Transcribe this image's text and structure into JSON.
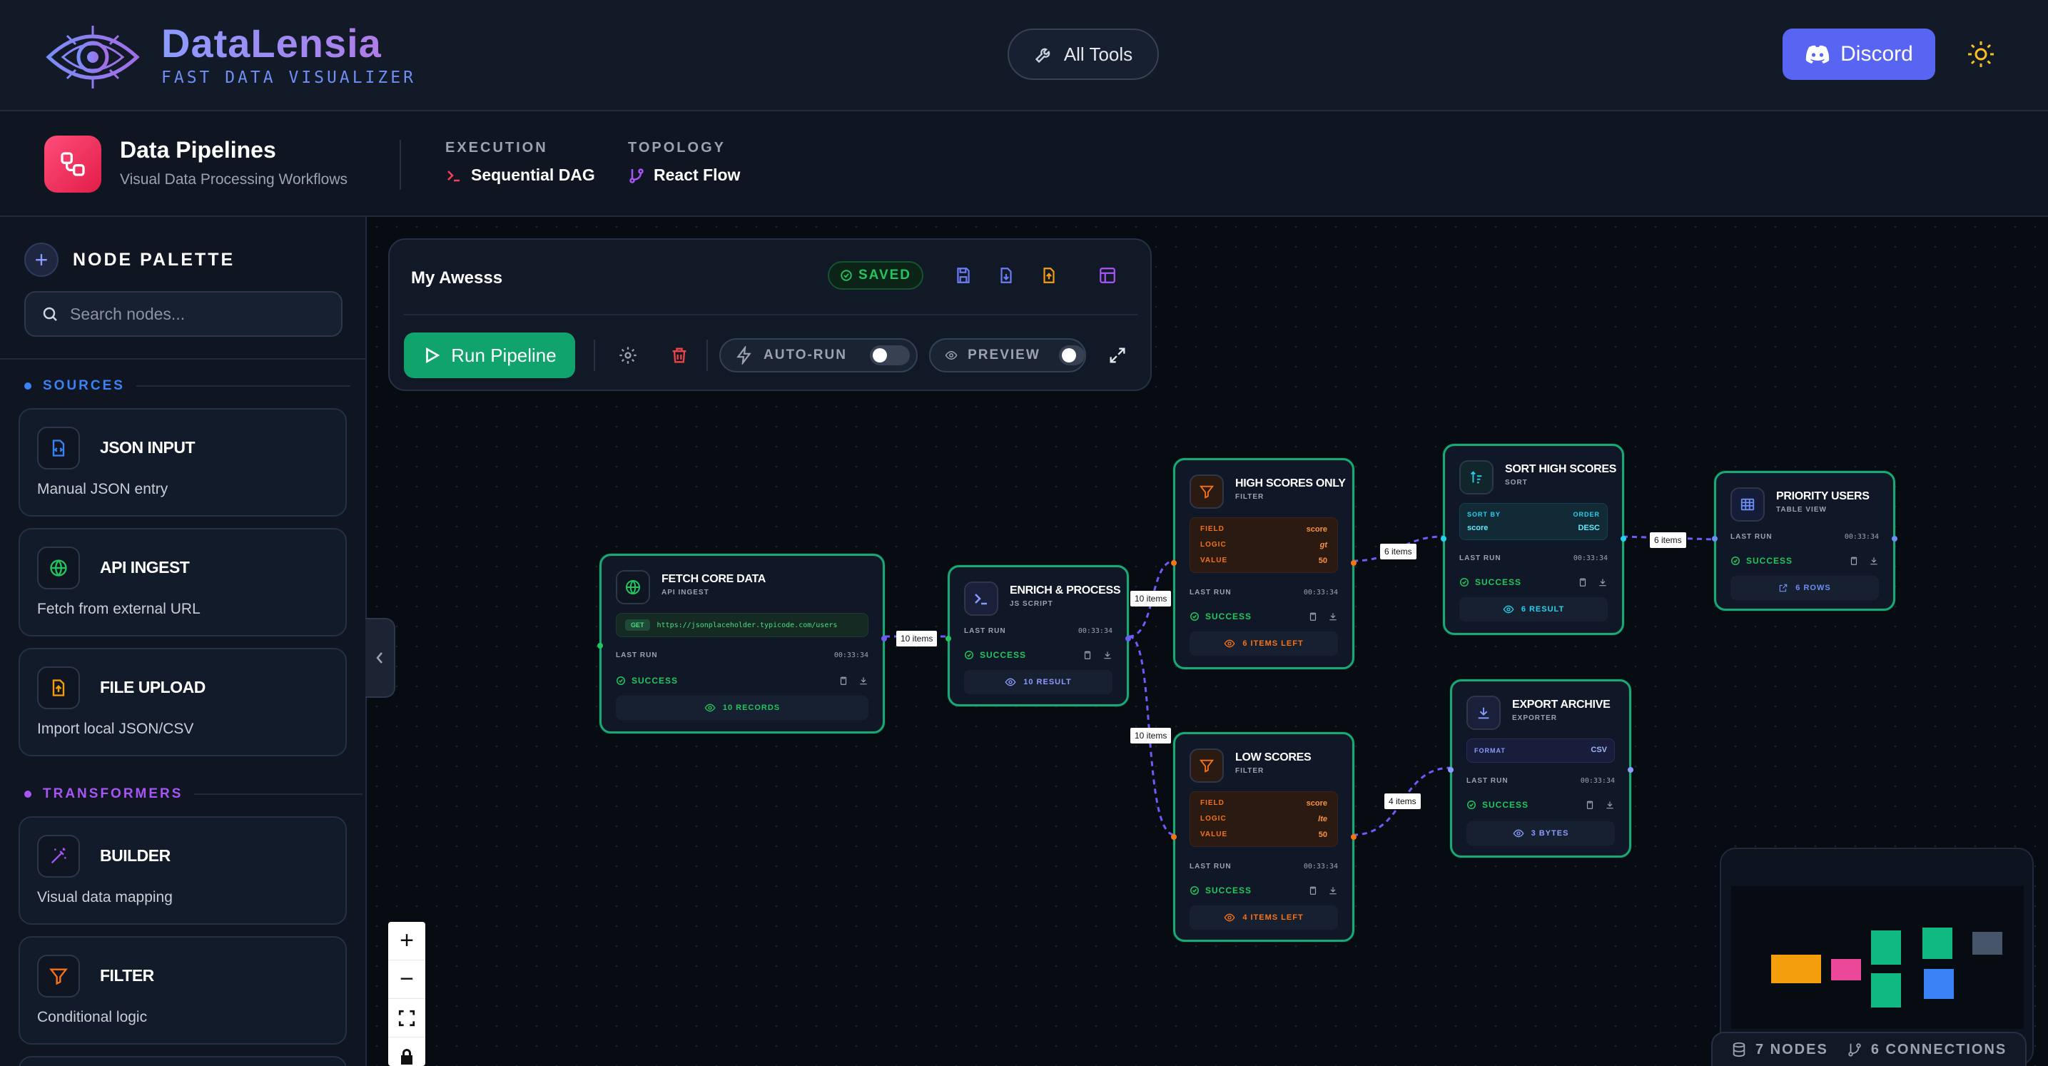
{
  "header": {
    "brand_title": "DataLensia",
    "brand_subtitle": "FAST DATA VISUALIZER",
    "all_tools_label": "All Tools",
    "discord_label": "Discord"
  },
  "subheader": {
    "title": "Data Pipelines",
    "subtitle": "Visual Data Processing Workflows",
    "execution_label": "EXECUTION",
    "execution_value": "Sequential DAG",
    "topology_label": "TOPOLOGY",
    "topology_value": "React Flow"
  },
  "palette": {
    "title": "NODE PALETTE",
    "search_placeholder": "Search nodes...",
    "sections": [
      {
        "label": "SOURCES",
        "color": "#3b82f6"
      },
      {
        "label": "TRANSFORMERS",
        "color": "#a855f7"
      }
    ],
    "items": [
      {
        "name": "JSON INPUT",
        "desc": "Manual JSON entry",
        "icon": "file-code-icon"
      },
      {
        "name": "API INGEST",
        "desc": "Fetch from external URL",
        "icon": "globe-icon"
      },
      {
        "name": "FILE UPLOAD",
        "desc": "Import local JSON/CSV",
        "icon": "file-upload-icon"
      },
      {
        "name": "BUILDER",
        "desc": "Visual data mapping",
        "icon": "magic-wand-icon"
      },
      {
        "name": "FILTER",
        "desc": "Conditional logic",
        "icon": "funnel-icon"
      }
    ]
  },
  "toolbar": {
    "pipeline_name": "My Awesss",
    "saved_label": "SAVED",
    "run_label": "Run Pipeline",
    "autorun_label": "AUTO-RUN",
    "preview_label": "PREVIEW"
  },
  "nodes": {
    "fetch": {
      "title": "FETCH CORE DATA",
      "sub": "API INGEST",
      "method": "GET",
      "url": "https://jsonplaceholder.typicode.com/users",
      "last_run_label": "LAST RUN",
      "time": "00:33:34",
      "status": "SUCCESS",
      "result": "10 RECORDS"
    },
    "enrich": {
      "title": "ENRICH & PROCESS",
      "sub": "JS SCRIPT",
      "last_run_label": "LAST RUN",
      "time": "00:33:34",
      "status": "SUCCESS",
      "result": "10 RESULT"
    },
    "high": {
      "title": "HIGH SCORES ONLY",
      "sub": "FILTER",
      "field_label": "FIELD",
      "field": "score",
      "logic_label": "LOGIC",
      "logic": "gt",
      "value_label": "VALUE",
      "value": "50",
      "last_run_label": "LAST RUN",
      "time": "00:33:34",
      "status": "SUCCESS",
      "result": "6 ITEMS LEFT"
    },
    "low": {
      "title": "LOW SCORES",
      "sub": "FILTER",
      "field_label": "FIELD",
      "field": "score",
      "logic_label": "LOGIC",
      "logic": "lte",
      "value_label": "VALUE",
      "value": "50",
      "last_run_label": "LAST RUN",
      "time": "00:33:34",
      "status": "SUCCESS",
      "result": "4 ITEMS LEFT"
    },
    "sort": {
      "title": "SORT HIGH SCORES",
      "sub": "SORT",
      "sortby_label": "SORT BY",
      "sortby": "score",
      "order_label": "ORDER",
      "order": "DESC",
      "last_run_label": "LAST RUN",
      "time": "00:33:34",
      "status": "SUCCESS",
      "result": "6 RESULT"
    },
    "priority": {
      "title": "PRIORITY USERS",
      "sub": "TABLE VIEW",
      "last_run_label": "LAST RUN",
      "time": "00:33:34",
      "status": "SUCCESS",
      "result": "6 ROWS"
    },
    "export": {
      "title": "EXPORT ARCHIVE",
      "sub": "EXPORTER",
      "format_label": "FORMAT",
      "format": "CSV",
      "last_run_label": "LAST RUN",
      "time": "00:33:34",
      "status": "SUCCESS",
      "result": "3 BYTES"
    }
  },
  "edges": {
    "e1": "10 items",
    "e2": "10 items",
    "e3": "10 items",
    "e4": "6 items",
    "e5": "6 items",
    "e6": "4 items"
  },
  "stats": {
    "nodes": "7 NODES",
    "connections": "6 CONNECTIONS"
  },
  "colors": {
    "accent_success": "#19a974",
    "discord": "#5865f2",
    "edge": "#6d5cf5"
  }
}
